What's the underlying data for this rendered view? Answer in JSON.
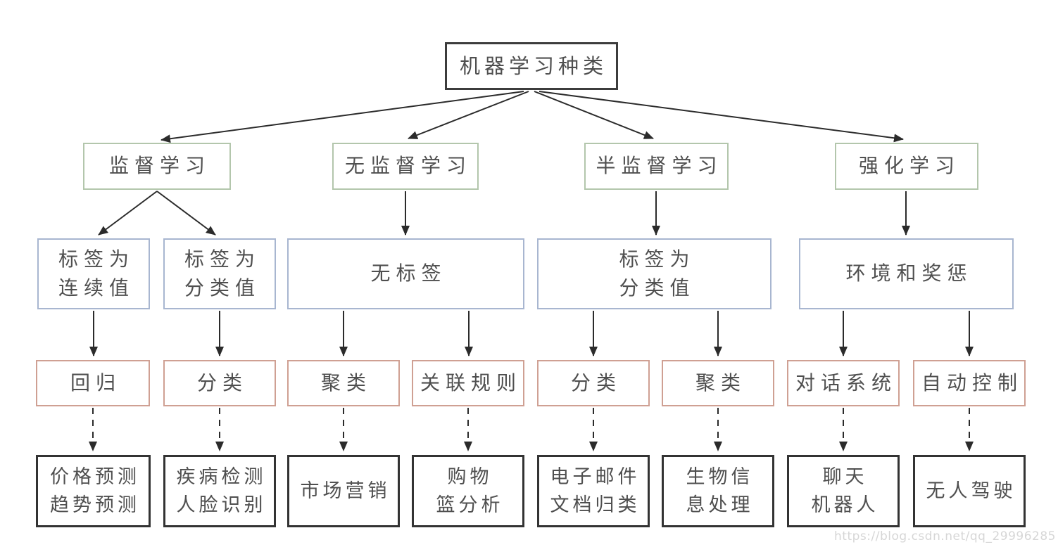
{
  "diagram": {
    "title": "机器学习种类 flowchart",
    "colors": {
      "background": "#ffffff",
      "root_border": "#3c3c3c",
      "level2_border": "#b3c6ac",
      "level3_border": "#a8b6d0",
      "level4_border": "#cfa093",
      "leaf_border": "#333333",
      "text": "#4f4f4f",
      "arrow": "#2b2b2b",
      "watermark": "#c9c9c9"
    },
    "nodes": {
      "root": "机器学习种类",
      "supervised": "监督学习",
      "unsupervised": "无监督学习",
      "semi_supervised": "半监督学习",
      "reinforcement": "强化学习",
      "label_continuous": "标签为\n连续值",
      "label_categorical": "标签为\n分类值",
      "unlabeled": "无标签",
      "label_categorical_2": "标签为\n分类值",
      "env_reward": "环境和奖惩",
      "regression": "回归",
      "classification_1": "分类",
      "clustering_1": "聚类",
      "association_rules": "关联规则",
      "classification_2": "分类",
      "clustering_2": "聚类",
      "dialog_system": "对话系统",
      "auto_control": "自动控制",
      "price_trend_prediction": "价格预测\n趋势预测",
      "disease_face_recognition": "疾病检测\n人脸识别",
      "marketing": "市场营销",
      "basket_analysis": "购物\n篮分析",
      "email_doc_classification": "电子邮件\n文档归类",
      "bioinformatics": "生物信\n息处理",
      "chatbot": "聊天\n机器人",
      "driverless": "无人驾驶"
    },
    "watermark": "https://blog.csdn.net/qq_29996285"
  }
}
